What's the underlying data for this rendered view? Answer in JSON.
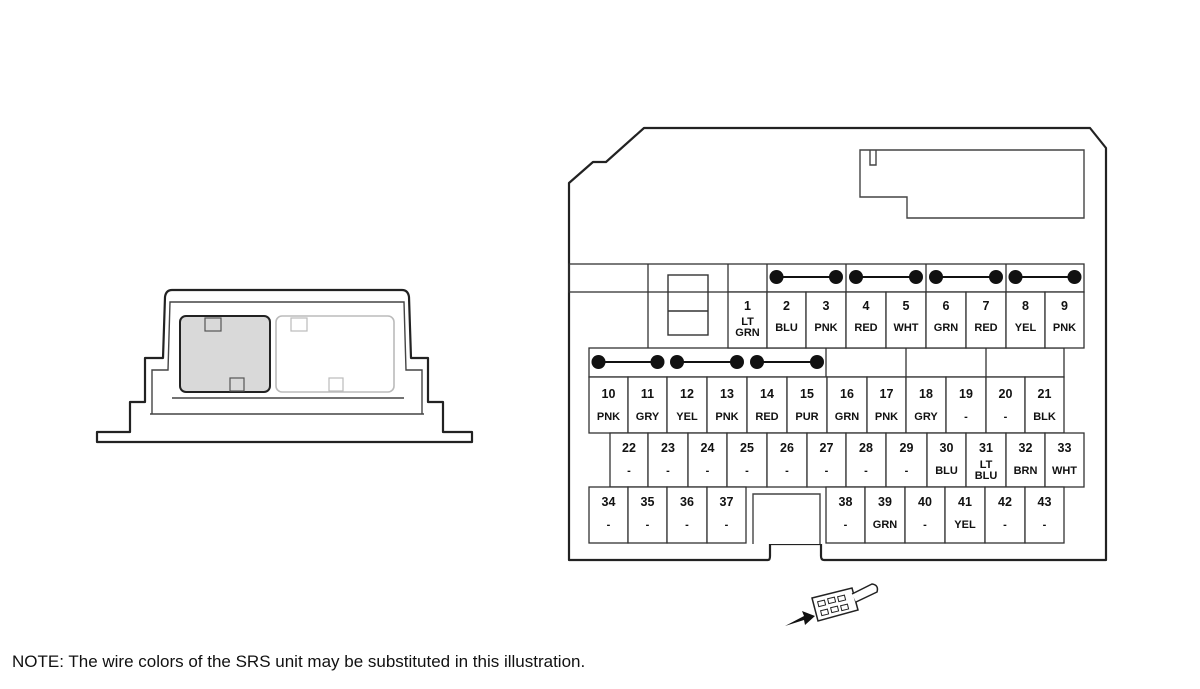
{
  "note": "NOTE: The wire colors of the SRS unit may be substituted in this illustration.",
  "pins": [
    {
      "num": "1",
      "color": [
        "LT",
        "GRN"
      ]
    },
    {
      "num": "2",
      "color": [
        "BLU"
      ]
    },
    {
      "num": "3",
      "color": [
        "PNK"
      ]
    },
    {
      "num": "4",
      "color": [
        "RED"
      ]
    },
    {
      "num": "5",
      "color": [
        "WHT"
      ]
    },
    {
      "num": "6",
      "color": [
        "GRN"
      ]
    },
    {
      "num": "7",
      "color": [
        "RED"
      ]
    },
    {
      "num": "8",
      "color": [
        "YEL"
      ]
    },
    {
      "num": "9",
      "color": [
        "PNK"
      ]
    },
    {
      "num": "10",
      "color": [
        "PNK"
      ]
    },
    {
      "num": "11",
      "color": [
        "GRY"
      ]
    },
    {
      "num": "12",
      "color": [
        "YEL"
      ]
    },
    {
      "num": "13",
      "color": [
        "PNK"
      ]
    },
    {
      "num": "14",
      "color": [
        "RED"
      ]
    },
    {
      "num": "15",
      "color": [
        "PUR"
      ]
    },
    {
      "num": "16",
      "color": [
        "GRN"
      ]
    },
    {
      "num": "17",
      "color": [
        "PNK"
      ]
    },
    {
      "num": "18",
      "color": [
        "GRY"
      ]
    },
    {
      "num": "19",
      "color": [
        "-"
      ]
    },
    {
      "num": "20",
      "color": [
        "-"
      ]
    },
    {
      "num": "21",
      "color": [
        "BLK"
      ]
    },
    {
      "num": "22",
      "color": [
        "-"
      ]
    },
    {
      "num": "23",
      "color": [
        "-"
      ]
    },
    {
      "num": "24",
      "color": [
        "-"
      ]
    },
    {
      "num": "25",
      "color": [
        "-"
      ]
    },
    {
      "num": "26",
      "color": [
        "-"
      ]
    },
    {
      "num": "27",
      "color": [
        "-"
      ]
    },
    {
      "num": "28",
      "color": [
        "-"
      ]
    },
    {
      "num": "29",
      "color": [
        "-"
      ]
    },
    {
      "num": "30",
      "color": [
        "BLU"
      ]
    },
    {
      "num": "31",
      "color": [
        "LT",
        "BLU"
      ]
    },
    {
      "num": "32",
      "color": [
        "BRN"
      ]
    },
    {
      "num": "33",
      "color": [
        "WHT"
      ]
    },
    {
      "num": "34",
      "color": [
        "-"
      ]
    },
    {
      "num": "35",
      "color": [
        "-"
      ]
    },
    {
      "num": "36",
      "color": [
        "-"
      ]
    },
    {
      "num": "37",
      "color": [
        "-"
      ]
    },
    {
      "num": "38",
      "color": [
        "-"
      ]
    },
    {
      "num": "39",
      "color": [
        "GRN"
      ]
    },
    {
      "num": "40",
      "color": [
        "-"
      ]
    },
    {
      "num": "41",
      "color": [
        "YEL"
      ]
    },
    {
      "num": "42",
      "color": [
        "-"
      ]
    },
    {
      "num": "43",
      "color": [
        "-"
      ]
    }
  ],
  "shorting_bars": [
    [
      "2",
      "3"
    ],
    [
      "4",
      "5"
    ],
    [
      "6",
      "7"
    ],
    [
      "8",
      "9"
    ],
    [
      "10",
      "11"
    ],
    [
      "12",
      "13"
    ],
    [
      "14",
      "15"
    ]
  ],
  "colors": {
    "line": "#222222",
    "fill_shade": "#d9d9d9",
    "background": "#ffffff"
  }
}
